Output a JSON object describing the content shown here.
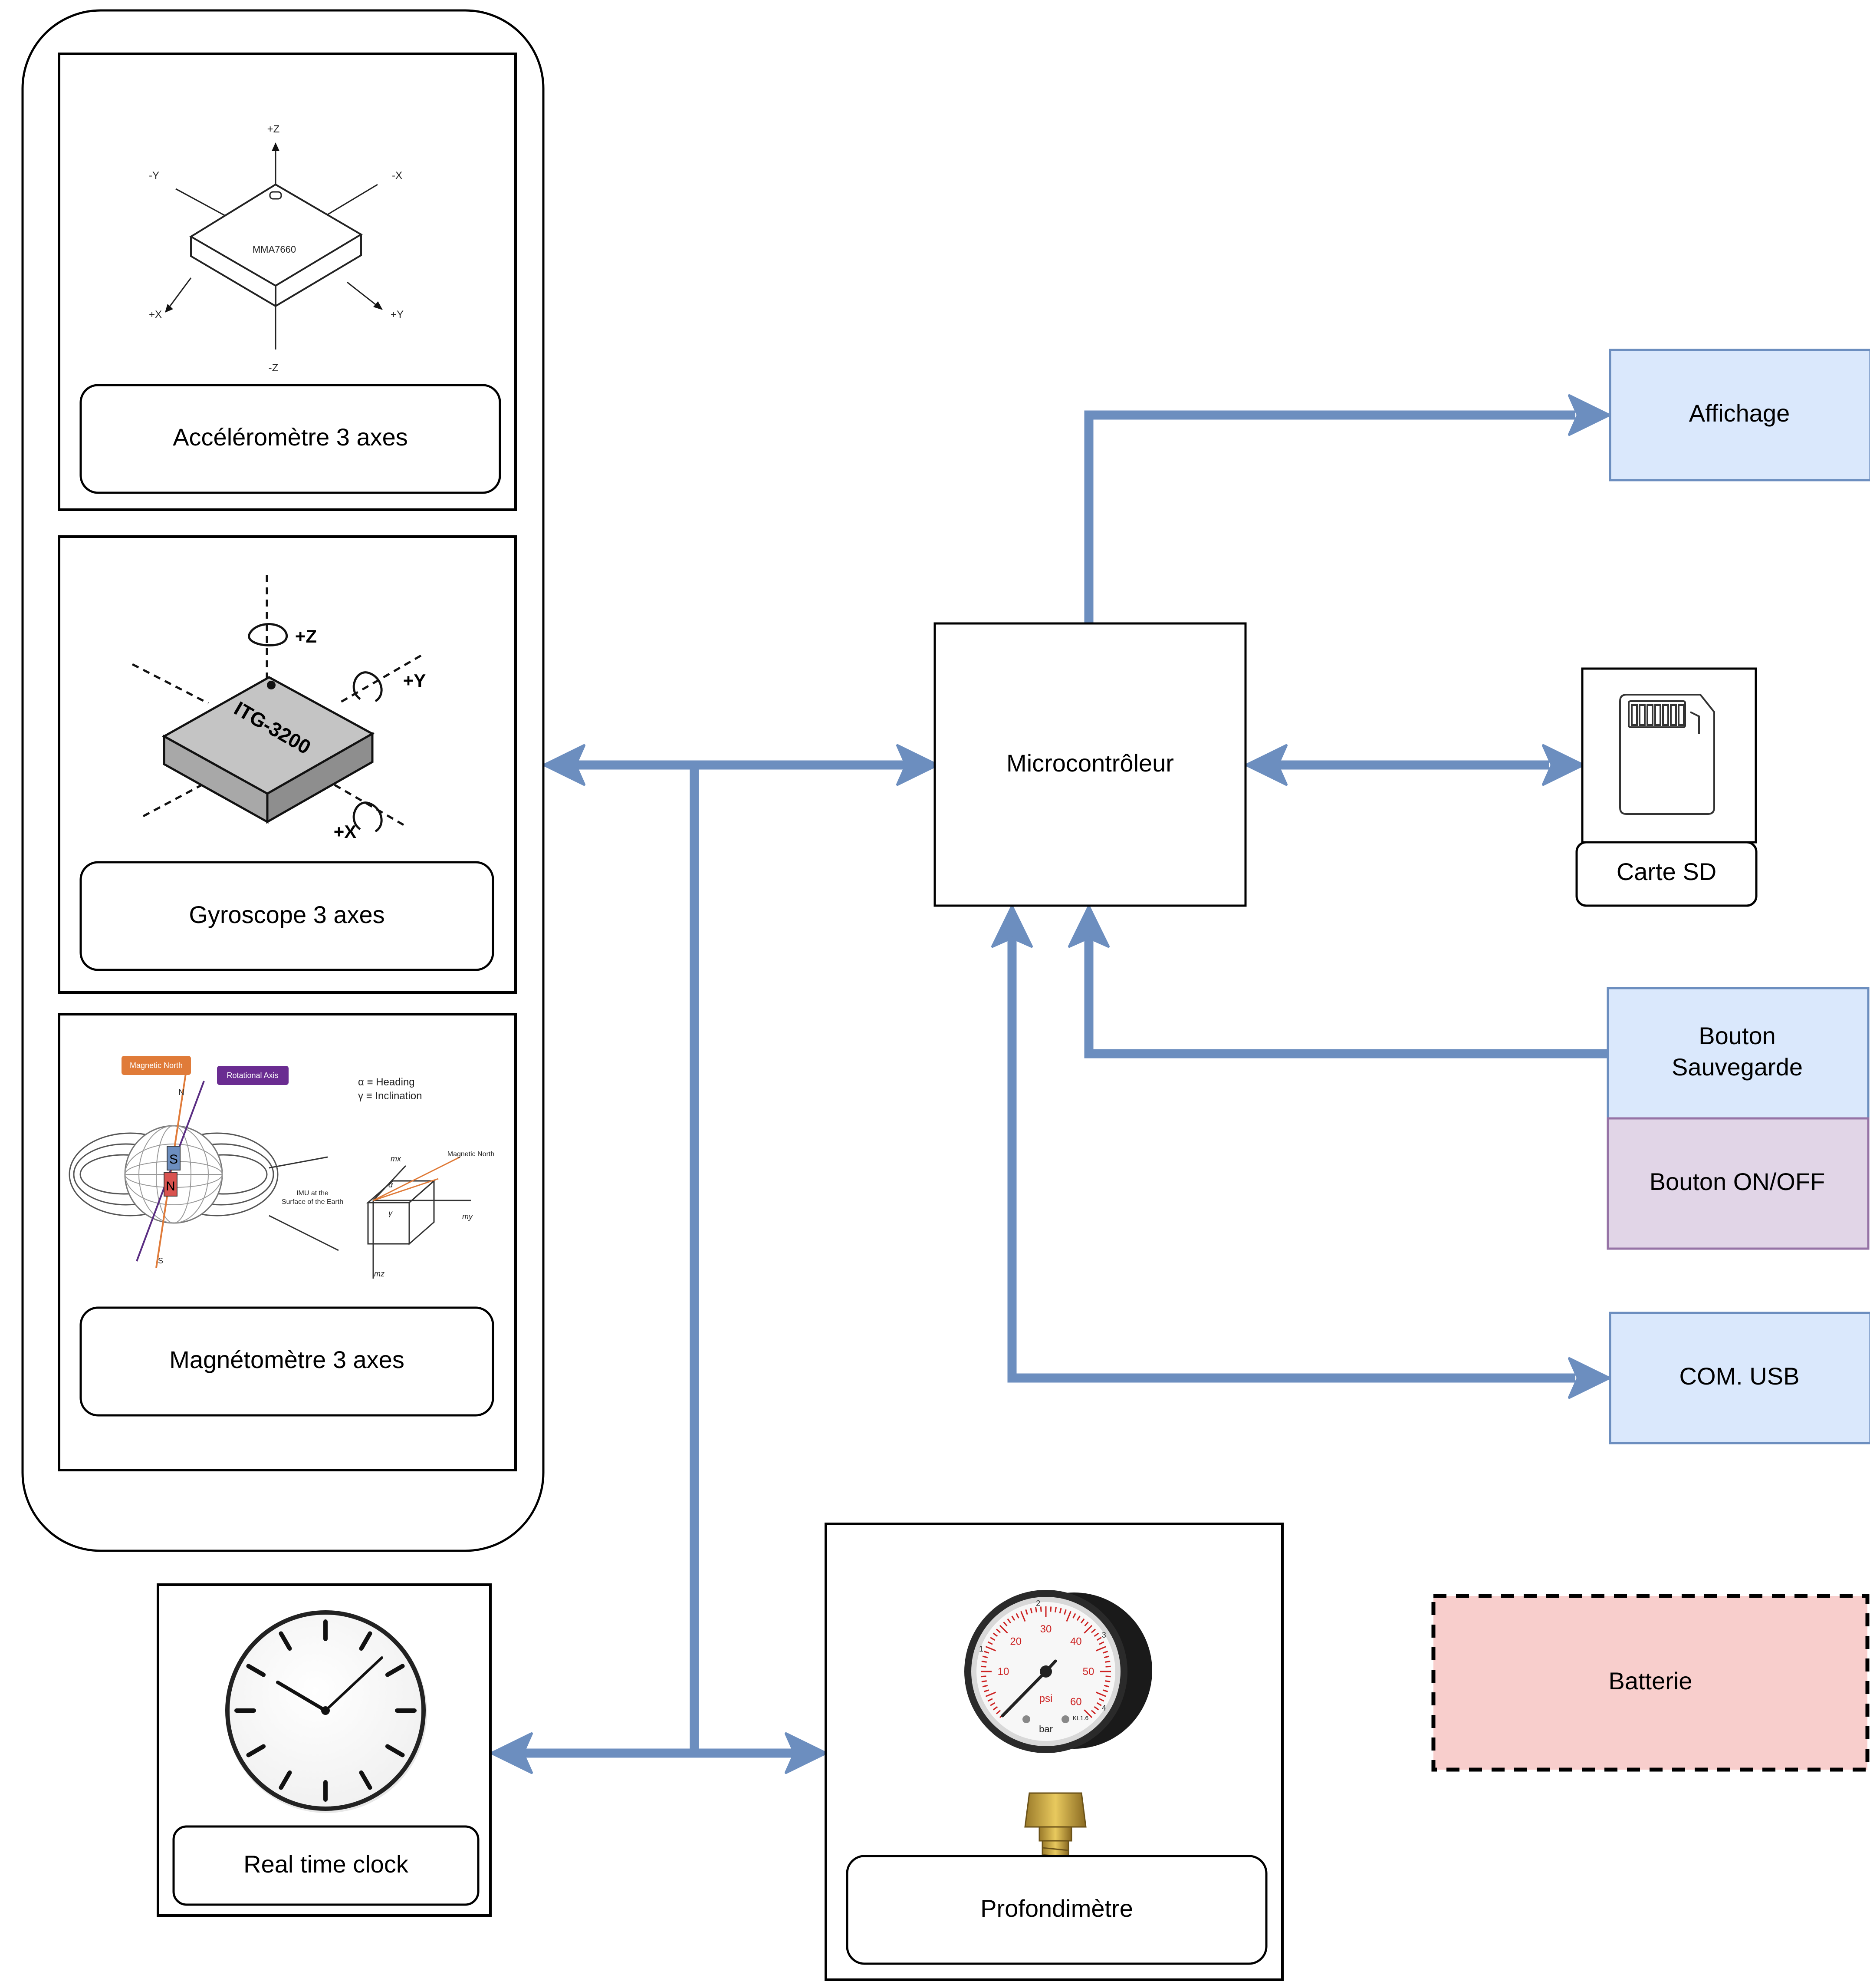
{
  "labels": {
    "accelerometre": "Accéléromètre 3 axes",
    "gyroscope": "Gyroscope 3 axes",
    "magnetometre": "Magnétomètre 3 axes",
    "rtc": "Real time clock",
    "profondimetre": "Profondimètre",
    "microcontroleur": "Microcontrôleur",
    "affichage": "Affichage",
    "carte_sd": "Carte SD",
    "bouton_sauvegarde_line1": "Bouton",
    "bouton_sauvegarde_line2": "Sauvegarde",
    "bouton_onoff": "Bouton ON/OFF",
    "com_usb": "COM. USB",
    "batterie": "Batterie"
  },
  "accel_image": {
    "chip": "MMA7660",
    "axis_pz": "+Z",
    "axis_mz": "-Z",
    "axis_px": "+X",
    "axis_mx": "-X",
    "axis_py": "+Y",
    "axis_my": "-Y"
  },
  "gyro_image": {
    "chip": "ITG-3200",
    "axis_z": "+Z",
    "axis_y": "+Y",
    "axis_x": "+X"
  },
  "magneto_image": {
    "magnetic_north_tag": "Magnetic North",
    "rotational_axis_tag": "Rotational Axis",
    "heading": "α ≡ Heading",
    "inclination": "γ ≡ Inclination",
    "pole_s": "S",
    "pole_n": "N",
    "n_top": "N",
    "s_bottom": "S",
    "imu_line1": "IMU at the",
    "imu_line2": "Surface of the Earth",
    "mx": "mx",
    "my": "my",
    "mz": "mz",
    "magnetic_north_small": "Magnetic North",
    "alpha": "α",
    "gamma": "γ"
  },
  "gauge_image": {
    "scale_psi": [
      "10",
      "20",
      "30",
      "40",
      "50",
      "60"
    ],
    "scale_bar": [
      "1",
      "2",
      "3",
      "4"
    ],
    "unit_psi": "psi",
    "unit_bar": "bar",
    "class": "KL1.6"
  },
  "colors": {
    "connector": "#6c8ebf",
    "blue_fill": "#dae8fc",
    "purple_fill": "#e1d5e7",
    "purple_stroke": "#9673a6",
    "red_fill": "#f8cecc"
  }
}
